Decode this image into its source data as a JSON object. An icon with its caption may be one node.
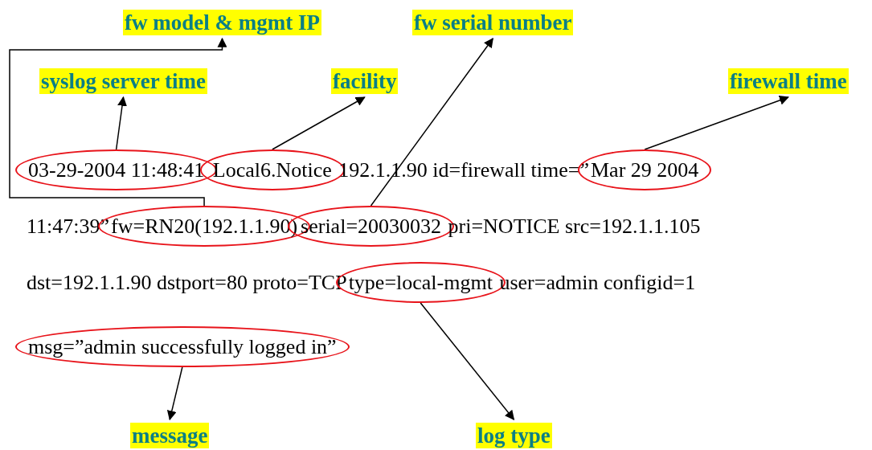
{
  "diagram": {
    "nodes": [
      {
        "text": [
          "fw model & mgmt IP"
        ]
      },
      {
        "text": [
          "fw serial number"
        ]
      },
      {
        "text": [
          "syslog server time"
        ]
      },
      {
        "text": [
          "facility"
        ]
      },
      {
        "text": [
          "firewall time"
        ]
      },
      {
        "text": [
          "03-29-2004 11:48:41"
        ]
      },
      {
        "text": [
          "Local6.Notice"
        ]
      },
      {
        "text": [
          "Mar 29 2004"
        ]
      },
      {
        "text": [
          "fw=RN20(192.1.1.90)"
        ]
      },
      {
        "text": [
          "serial=20030032"
        ]
      },
      {
        "text": [
          "type=local-mgmt"
        ]
      },
      {
        "text": [
          "msg=”admin successfully logged in”"
        ]
      },
      {
        "text": [
          "message"
        ]
      },
      {
        "text": [
          "log type"
        ]
      }
    ],
    "edges": [
      {
        "from": 5,
        "to": 2,
        "arrow": "to"
      },
      {
        "from": 6,
        "to": 3,
        "arrow": "to"
      },
      {
        "from": 7,
        "to": 4,
        "arrow": "to"
      },
      {
        "from": 8,
        "to": 0,
        "arrow": "to"
      },
      {
        "from": 9,
        "to": 1,
        "arrow": "to"
      },
      {
        "from": 10,
        "to": 13,
        "arrow": "to"
      },
      {
        "from": 11,
        "to": 12,
        "arrow": "to"
      }
    ],
    "labels": [
      "192.1.1.90 id=firewall time=”",
      "11:47:39”",
      "pri=NOTICE src=192.1.1.105",
      "dst=192.1.1.90 dstport=80 proto=TCP",
      "user=admin configid=1"
    ]
  }
}
